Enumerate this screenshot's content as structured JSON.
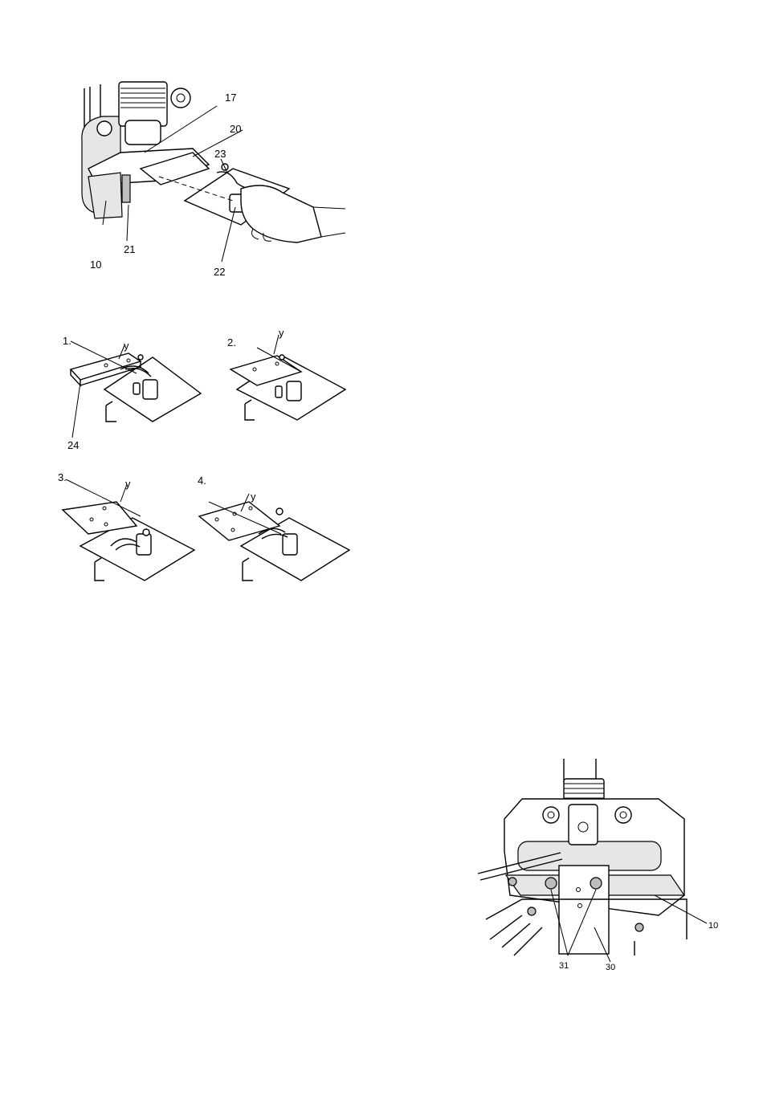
{
  "figure_top": {
    "callouts": [
      "17",
      "20",
      "23",
      "10",
      "21",
      "22"
    ]
  },
  "figure_steps": {
    "steps": [
      {
        "number": "1.",
        "axis_label": "y",
        "part_label": "24"
      },
      {
        "number": "2.",
        "axis_label": "y"
      },
      {
        "number": "3.",
        "axis_label": "y"
      },
      {
        "number": "4.",
        "axis_label": "y"
      }
    ]
  },
  "figure_bottom": {
    "callouts": [
      "10",
      "31",
      "30"
    ]
  }
}
